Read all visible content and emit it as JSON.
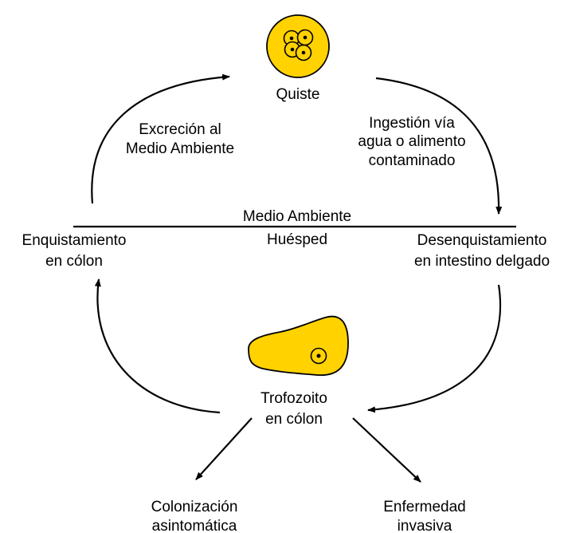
{
  "diagram": {
    "colors": {
      "cell_fill": "#ffd200",
      "cell_stroke": "#000000",
      "line": "#000000",
      "background": "#ffffff"
    },
    "divider": {
      "top_label": "Medio Ambiente",
      "bottom_label": "Huésped"
    },
    "nodes": {
      "cyst": {
        "label": "Quiste",
        "icon": "cyst-icon"
      },
      "ingestion": {
        "line1": "Ingestión vía",
        "line2": "agua o alimento",
        "line3": "contaminado"
      },
      "excretion": {
        "line1": "Excreción al",
        "line2": "Medio Ambiente"
      },
      "excystation": {
        "line1": "Desenquistamiento",
        "line2": "en intestino delgado"
      },
      "encystation": {
        "line1": "Enquistamiento",
        "line2": "en cólon"
      },
      "trophozoite": {
        "line1": "Trofozoito",
        "line2": "en cólon",
        "icon": "trophozoite-icon"
      },
      "colonization": {
        "line1": "Colonización",
        "line2": "asintomática"
      },
      "invasive": {
        "line1": "Enfermedad",
        "line2": "invasiva"
      }
    },
    "edges": [
      {
        "from": "cyst",
        "to": "excystation",
        "label": "Ingestión vía agua o alimento contaminado"
      },
      {
        "from": "excystation",
        "to": "trophozoite"
      },
      {
        "from": "trophozoite",
        "to": "encystation"
      },
      {
        "from": "encystation",
        "to": "cyst",
        "label": "Excreción al Medio Ambiente"
      },
      {
        "from": "trophozoite",
        "to": "colonization"
      },
      {
        "from": "trophozoite",
        "to": "invasive"
      }
    ]
  }
}
